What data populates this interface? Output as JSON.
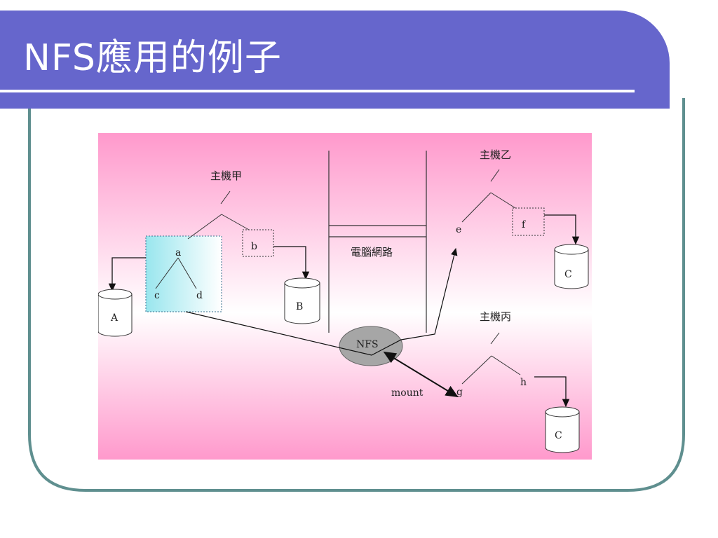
{
  "slide": {
    "title": "NFS應用的例子"
  },
  "diagram": {
    "host_a": {
      "label": "主機甲",
      "root_dir": "a",
      "subdirs": [
        "c",
        "d"
      ],
      "remote_dir": "b",
      "disks": [
        "A",
        "B"
      ]
    },
    "network": {
      "label": "電腦網路"
    },
    "host_b": {
      "label": "主機乙",
      "dirs": [
        "e",
        "f"
      ],
      "disk": "C"
    },
    "host_c": {
      "label": "主機丙",
      "dirs": [
        "g",
        "h"
      ],
      "disk": "C"
    },
    "nfs": {
      "label": "NFS",
      "action_label": "mount"
    }
  },
  "colors": {
    "title_bar": "#6666cc",
    "frame": "#5f8f8f",
    "panel_pink": "#ff99cc",
    "highlight_cyan": "#aaeeee",
    "nfs_ellipse": "#a6a6a6"
  }
}
